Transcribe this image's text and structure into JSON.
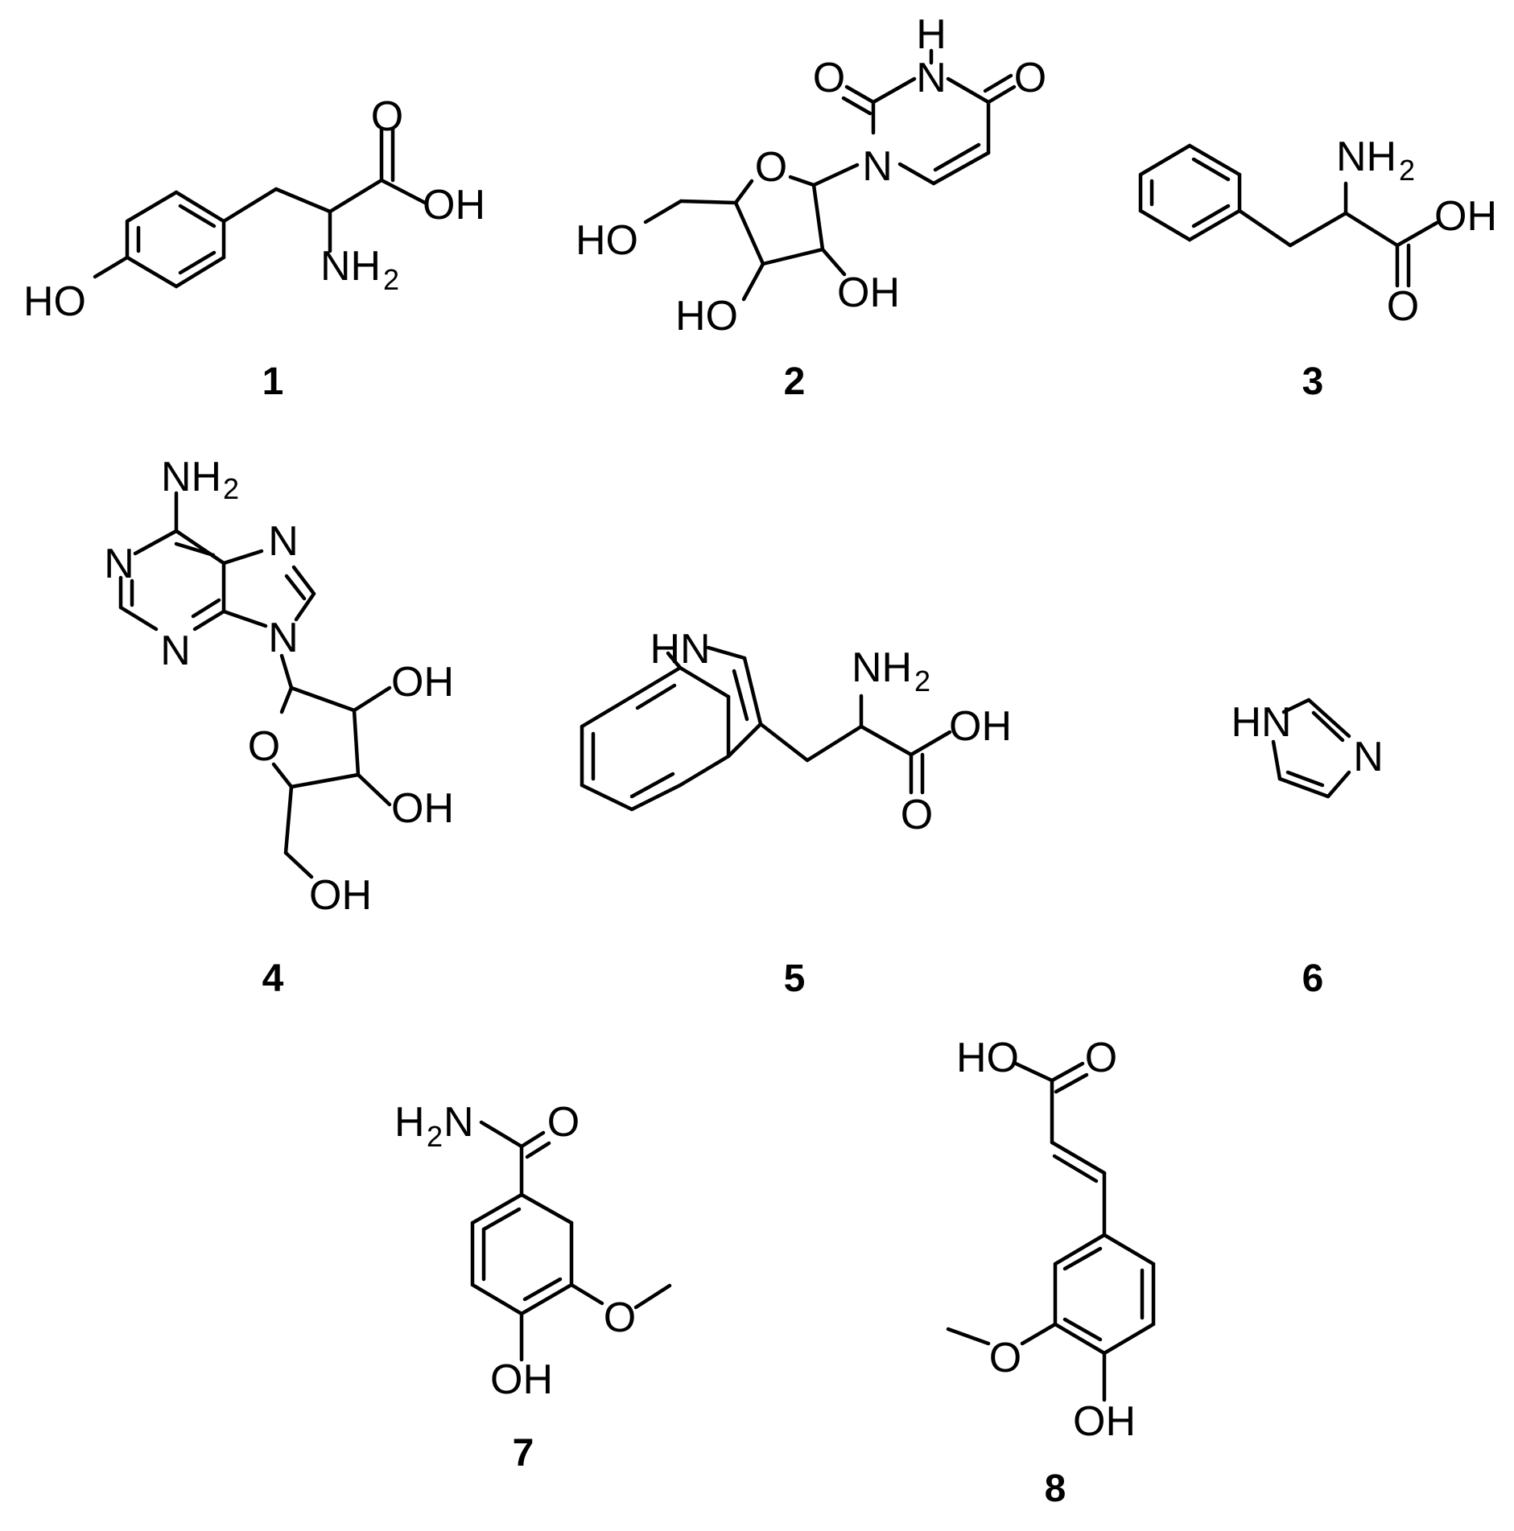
{
  "compounds": [
    {
      "number": "1",
      "labels": {
        "o": "O",
        "oh": "OH",
        "nh": "NH",
        "nh_sub": "2",
        "ho": "HO"
      }
    },
    {
      "number": "2",
      "labels": {
        "h": "H",
        "o1": "O",
        "n1": "N",
        "o2": "O",
        "n2": "N",
        "o_ring": "O",
        "ho1": "HO",
        "oh": "OH",
        "ho2": "HO"
      }
    },
    {
      "number": "3",
      "labels": {
        "nh": "NH",
        "nh_sub": "2",
        "oh": "OH",
        "o": "O"
      }
    },
    {
      "number": "4",
      "labels": {
        "nh": "NH",
        "nh_sub": "2",
        "n1": "N",
        "n7": "N",
        "n3": "N",
        "n9": "N",
        "o_ring": "O",
        "oh1": "OH",
        "oh2": "OH",
        "oh3": "OH"
      }
    },
    {
      "number": "5",
      "labels": {
        "hn": "HN",
        "nh": "NH",
        "nh_sub": "2",
        "oh": "OH",
        "o": "O"
      }
    },
    {
      "number": "6",
      "labels": {
        "hn": "HN",
        "n": "N"
      }
    },
    {
      "number": "7",
      "labels": {
        "h": "H",
        "h_sub": "2",
        "n": "N",
        "o1": "O",
        "o2": "O",
        "oh": "OH"
      }
    },
    {
      "number": "8",
      "labels": {
        "ho": "HO",
        "o1": "O",
        "o2": "O",
        "oh": "OH"
      }
    }
  ]
}
